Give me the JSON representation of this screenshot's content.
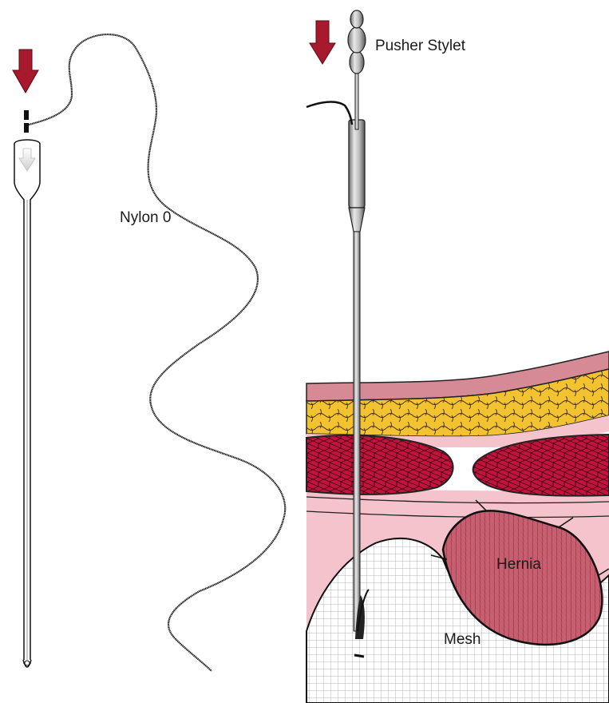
{
  "labels": {
    "nylon": "Nylon 0",
    "pusher": "Pusher Stylet",
    "hernia": "Hernia",
    "mesh": "Mesh"
  },
  "colors": {
    "arrow": "#a8192e",
    "fat": "#f2c230",
    "muscle": "#c0143c",
    "skin": "#d68a96",
    "peritoneum": "#f4c3cc",
    "hernia": "#c85f70",
    "mesh_line": "#bfbfbf",
    "instrument": "#9a9a9a"
  },
  "icons": {
    "left_arrow": "down-arrow-icon",
    "right_arrow": "down-arrow-icon"
  }
}
